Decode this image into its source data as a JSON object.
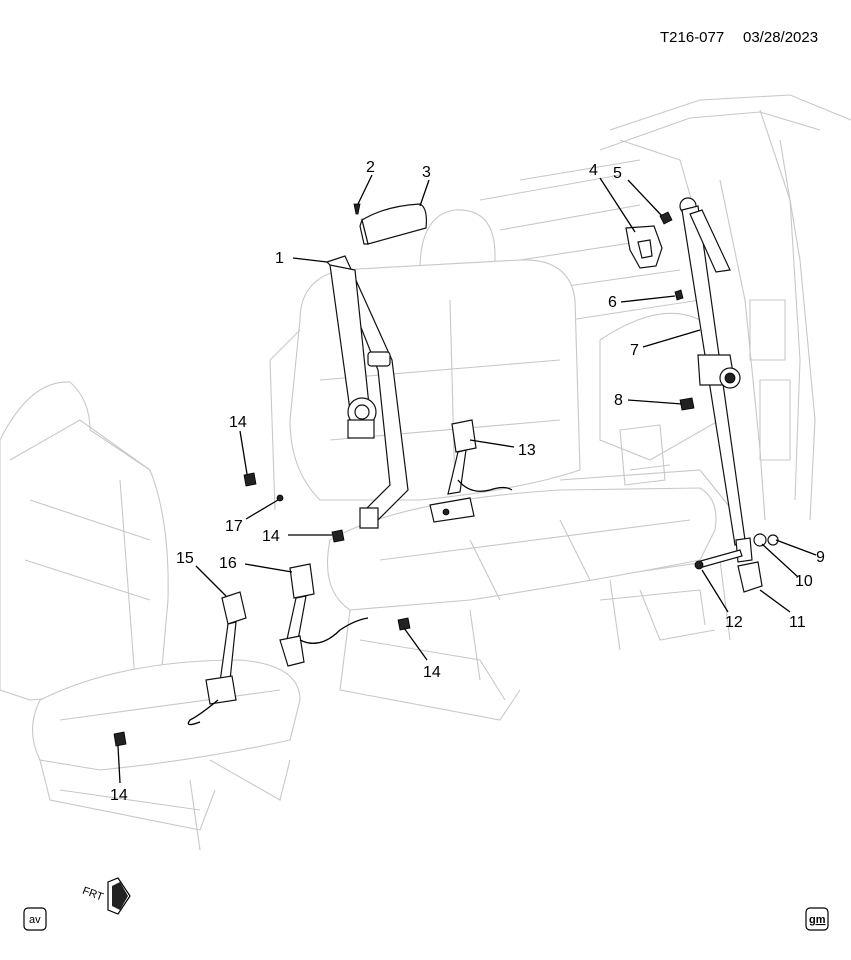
{
  "header": {
    "drawing_id": "T216-077",
    "date": "03/28/2023"
  },
  "callouts": [
    "1",
    "2",
    "3",
    "4",
    "5",
    "6",
    "7",
    "8",
    "9",
    "10",
    "11",
    "12",
    "13",
    "14",
    "14",
    "14",
    "14",
    "15",
    "16",
    "17"
  ],
  "orientation": {
    "front_label": "FRT"
  },
  "badges": {
    "left": "av",
    "right": "gm"
  }
}
